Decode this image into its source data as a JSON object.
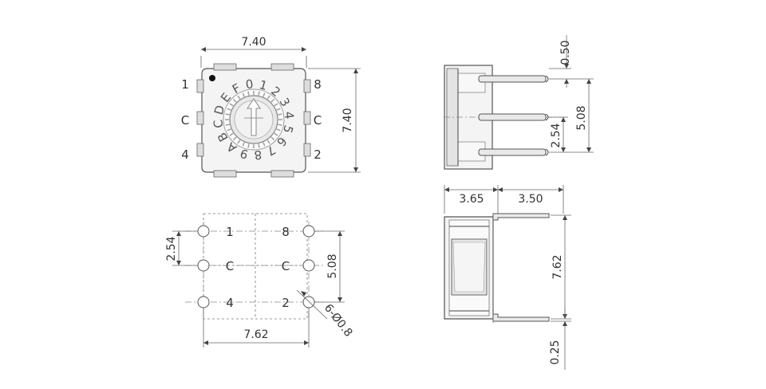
{
  "top_view": {
    "width_dim": "7.40",
    "height_dim": "7.40",
    "pins_left": [
      "1",
      "C",
      "4"
    ],
    "pins_right": [
      "8",
      "C",
      "2"
    ],
    "hex_digits": [
      "0",
      "1",
      "2",
      "3",
      "4",
      "5",
      "6",
      "7",
      "8",
      "9",
      "A",
      "B",
      "C",
      "D",
      "E",
      "F"
    ]
  },
  "side_view_top": {
    "dims": [
      "0.50",
      "5.08",
      "2.54"
    ]
  },
  "pcb_layout": {
    "pins_left": [
      "1",
      "C",
      "4"
    ],
    "pins_right": [
      "8",
      "C",
      "2"
    ],
    "pitch_left": "2.54",
    "pitch_right": "5.08",
    "width_dim": "7.62",
    "hole_note": "6-Ø0.8"
  },
  "side_view_bottom": {
    "dim_left": "3.65",
    "dim_right": "3.50",
    "height_dim": "7.62",
    "lead_dim": "0.25"
  }
}
